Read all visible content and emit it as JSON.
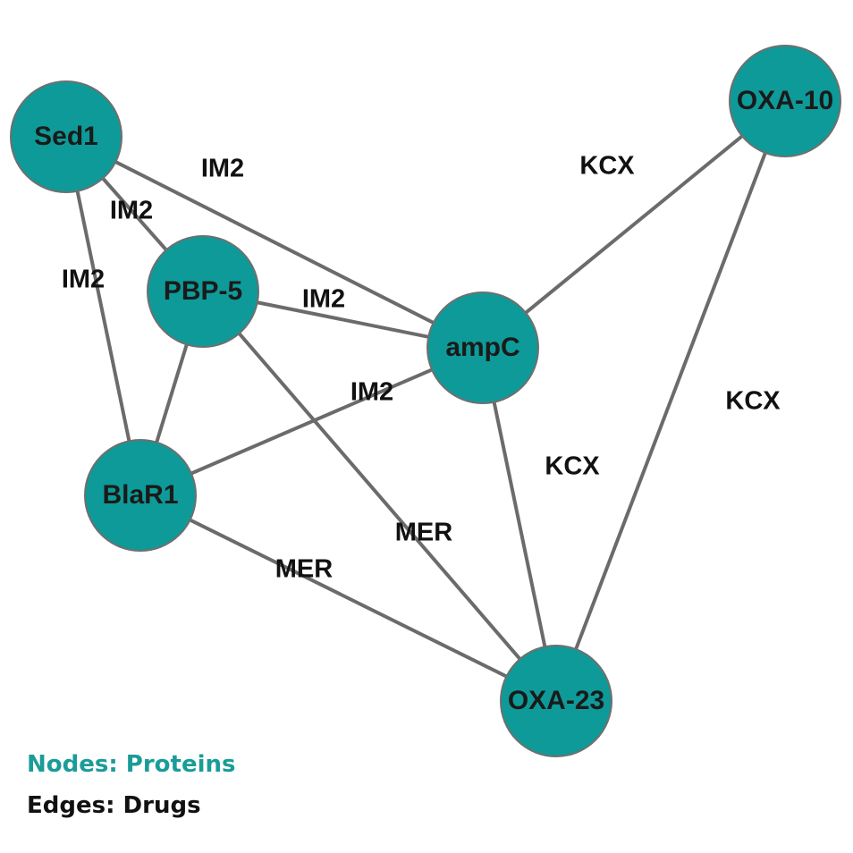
{
  "graph": {
    "nodes": [
      {
        "id": "sed1",
        "label": "Sed1"
      },
      {
        "id": "pbp5",
        "label": "PBP-5"
      },
      {
        "id": "ampc",
        "label": "ampC"
      },
      {
        "id": "blar1",
        "label": "BlaR1"
      },
      {
        "id": "oxa10",
        "label": "OXA-10"
      },
      {
        "id": "oxa23",
        "label": "OXA-23"
      }
    ],
    "edges": [
      {
        "source": "sed1",
        "target": "pbp5",
        "label": "IM2"
      },
      {
        "source": "sed1",
        "target": "ampc",
        "label": "IM2"
      },
      {
        "source": "sed1",
        "target": "blar1",
        "label": "IM2"
      },
      {
        "source": "pbp5",
        "target": "ampc",
        "label": "IM2"
      },
      {
        "source": "pbp5",
        "target": "blar1",
        "label": ""
      },
      {
        "source": "pbp5",
        "target": "oxa23",
        "label": "MER"
      },
      {
        "source": "blar1",
        "target": "ampc",
        "label": "IM2"
      },
      {
        "source": "blar1",
        "target": "oxa23",
        "label": "MER"
      },
      {
        "source": "ampc",
        "target": "oxa10",
        "label": "KCX"
      },
      {
        "source": "ampc",
        "target": "oxa23",
        "label": "KCX"
      },
      {
        "source": "oxa10",
        "target": "oxa23",
        "label": "KCX"
      }
    ]
  },
  "legend": {
    "nodes_text": "Nodes: Proteins",
    "edges_text": "Edges: Drugs"
  },
  "colors": {
    "node_fill": "#0e9a98",
    "node_stroke": "#6f6f6f",
    "edge": "#6b6b6b",
    "legend_nodes": "#1a9c98"
  }
}
